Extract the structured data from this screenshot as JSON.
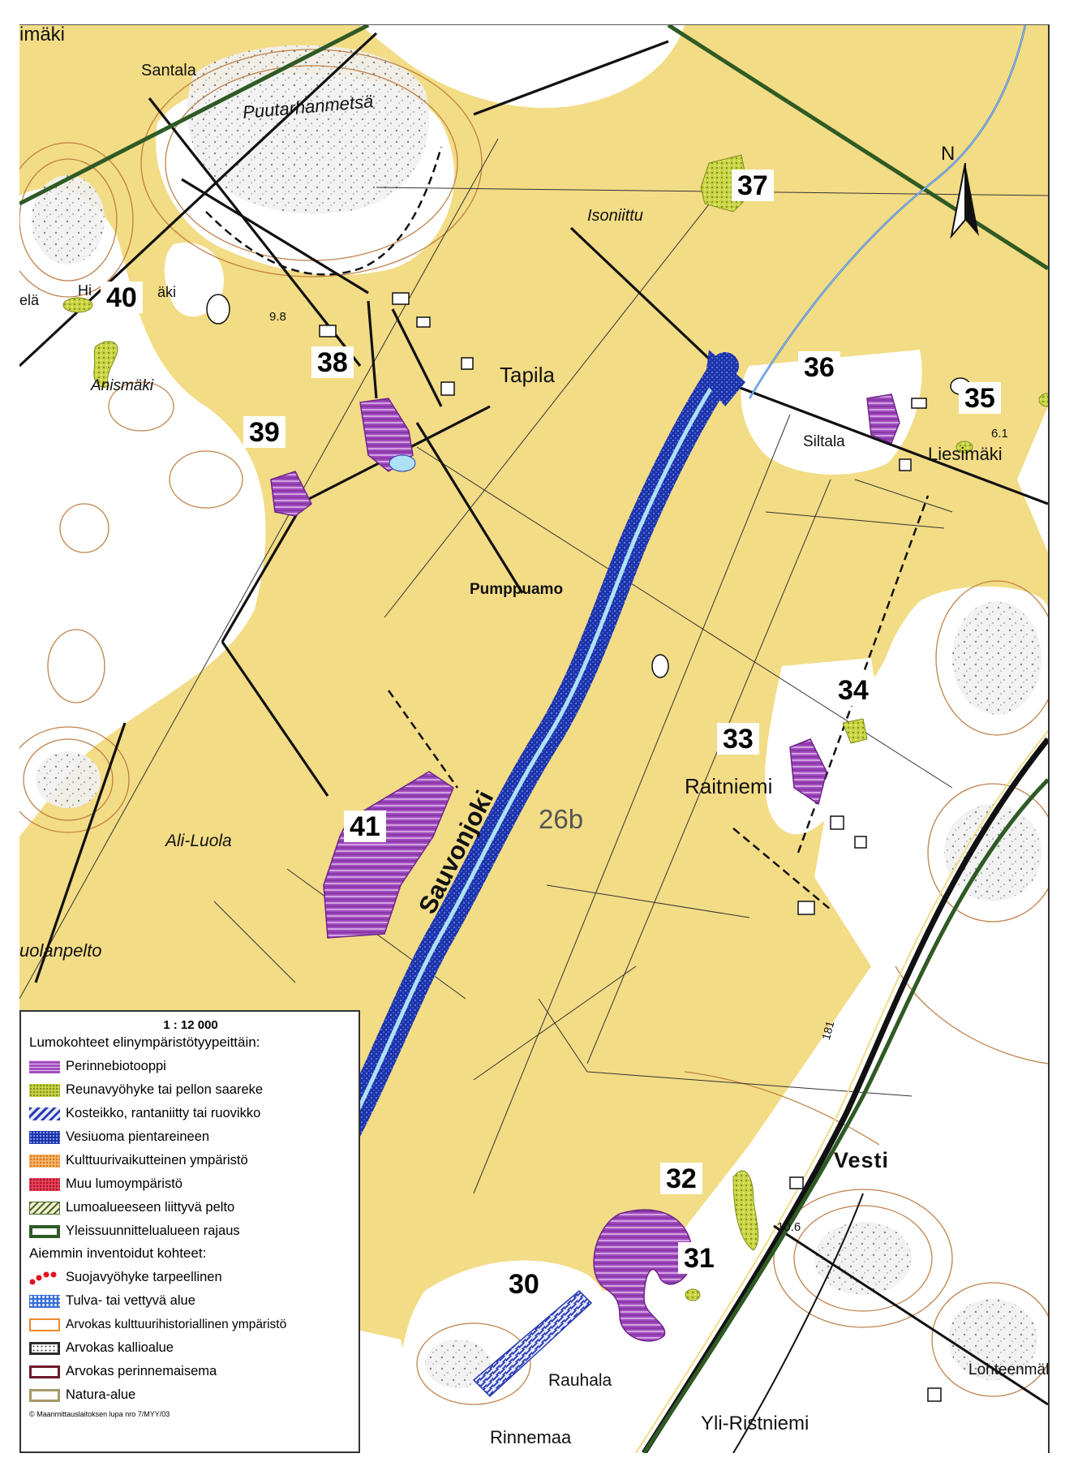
{
  "map": {
    "scale": "1 : 12 000",
    "zone_label": "26b",
    "river_label": "Sauvonjoki",
    "place_names": {
      "imaki": "imäki",
      "santala": "Santala",
      "puutarhanmetsa": "Puutarhanmetsä",
      "isoniittu": "Isoniittu",
      "hiimaki_a": "Hi",
      "hiimaki_b": "äki",
      "ela": "elä",
      "anismaki": "Anismäki",
      "tapila": "Tapila",
      "siltala": "Siltala",
      "liesimaki": "Liesimäki",
      "pumppuamo": "Pumppuamo",
      "raitniemi": "Raitniemi",
      "ali_luola": "Ali-Luola",
      "luolanpelto": "uolanpelto",
      "vesti": "Vesti",
      "rauhala": "Rauhala",
      "lohteenmaki": "Lohteenmäki",
      "yli_ristniemi": "Yli-Ristniemi",
      "rinnemaa": "Rinnemaa"
    },
    "elevations": {
      "e1": "9.8",
      "e2": "6.1",
      "e3": "10.6"
    },
    "road_number": "181",
    "site_numbers": [
      "30",
      "31",
      "32",
      "33",
      "34",
      "35",
      "36",
      "37",
      "38",
      "39",
      "40",
      "41"
    ],
    "north_label": "N",
    "colors": {
      "field": "#f3dc86",
      "forest": "#ffffff",
      "perinnebiotooppi": "#9a3fb4",
      "reunavyohyke": "#b8c83a",
      "vesiuoma": "#1a33a6",
      "natura": "#2f5a24",
      "road": "#111111",
      "contour": "#b9753a"
    }
  },
  "legend": {
    "scale": "1 : 12 000",
    "heading1": "Lumokohteet elinympäristötyypeittäin:",
    "items1": [
      {
        "label": "Perinnebiotooppi",
        "icon": "purple-hatch-swatch"
      },
      {
        "label": "Reunavyöhyke tai pellon saareke",
        "icon": "green-dotted-swatch"
      },
      {
        "label": "Kosteikko, rantaniitty tai ruovikko",
        "icon": "blue-diagonal-swatch"
      },
      {
        "label": "Vesiuoma pientareineen",
        "icon": "blue-dotted-swatch"
      },
      {
        "label": "Kulttuurivaikutteinen ympäristö",
        "icon": "orange-dotted-swatch"
      },
      {
        "label": "Muu lumoympäristö",
        "icon": "red-dotted-swatch"
      },
      {
        "label": "Lumoalueeseen liittyvä pelto",
        "icon": "green-stripe-swatch"
      },
      {
        "label": "Yleissuunnittelualueen rajaus",
        "icon": "green-outline-swatch"
      }
    ],
    "heading2": "Aiemmin inventoidut kohteet:",
    "items2": [
      {
        "label": "Suojavyöhyke tarpeellinen",
        "icon": "red-dots-swatch"
      },
      {
        "label": "Tulva- tai vettyvä alue",
        "icon": "blue-pattern-swatch"
      },
      {
        "label": "Arvokas kulttuurihistoriallinen ympäristö",
        "icon": "orange-outline-swatch"
      },
      {
        "label": "Arvokas kallioalue",
        "icon": "dark-dotted-outline-swatch"
      },
      {
        "label": "Arvokas perinnemaisema",
        "icon": "maroon-outline-swatch"
      },
      {
        "label": "Natura-alue",
        "icon": "khaki-outline-swatch"
      }
    ],
    "footer": "© Maanmittauslaitoksen lupa nro 7/MYY/03"
  }
}
